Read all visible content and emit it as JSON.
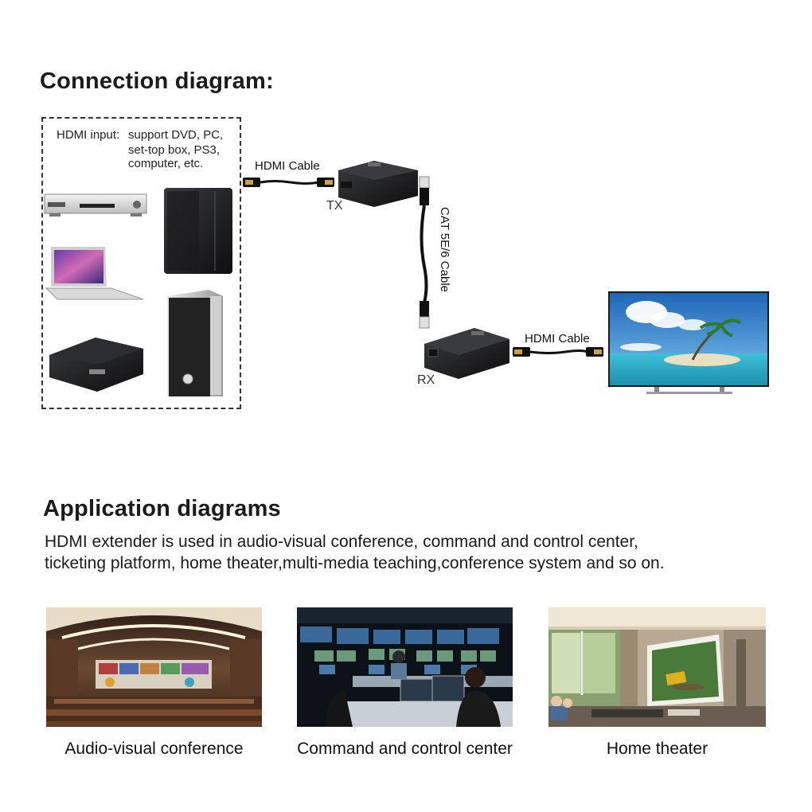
{
  "connection": {
    "title": "Connection diagram:",
    "input_label": "HDMI input:",
    "input_sources": [
      "support DVD, PC,",
      "set-top box, PS3,",
      "computer, etc."
    ],
    "hdmi_cable_tx": "HDMI Cable",
    "tx_label": "TX",
    "cat_cable": "CAT 5E/6 Cable",
    "rx_label": "RX",
    "hdmi_cable_rx": "HDMI Cable"
  },
  "application": {
    "title": "Application diagrams",
    "description": [
      "HDMI extender is used in audio-visual conference, command and control center,",
      "ticketing platform, home theater,multi-media teaching,conference system and so on."
    ],
    "captions": [
      "Audio-visual conference",
      "Command and control center",
      "Home theater"
    ]
  },
  "colors": {
    "device_dark": "#2a2b2e",
    "cable": "#111111",
    "hdmi_gold": "#c9a23a",
    "sky": "#2d7ac4",
    "sea": "#34b3c9"
  }
}
